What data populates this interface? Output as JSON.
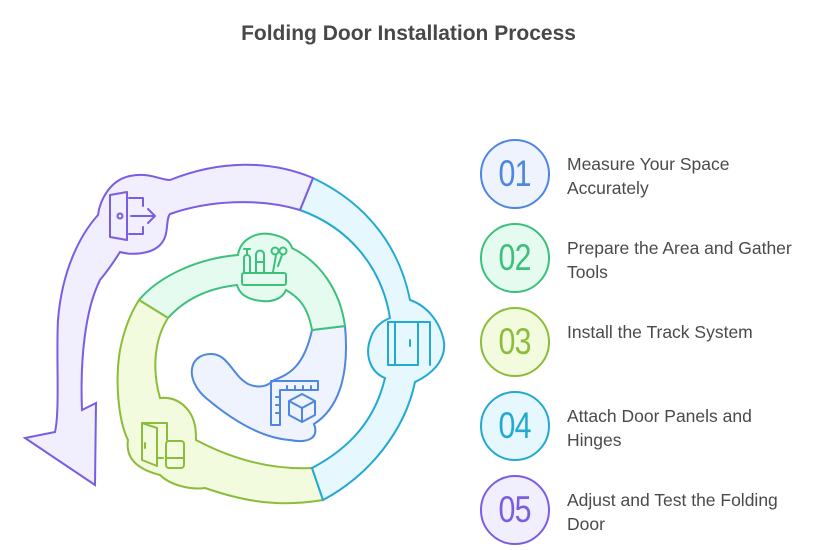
{
  "title": "Folding Door Installation Process",
  "steps": [
    {
      "number": "01",
      "label": "Measure Your Space Accurately",
      "color": "#4f86e0",
      "fill": "#eef3fd",
      "icon": "ruler-cube-icon"
    },
    {
      "number": "02",
      "label": "Prepare the Area and Gather Tools",
      "color": "#3cc07c",
      "fill": "#e6fbf0",
      "icon": "tools-holder-icon"
    },
    {
      "number": "03",
      "label": "Install the Track System",
      "color": "#8cbc3a",
      "fill": "#f3fbdf",
      "icon": "door-panels-icon"
    },
    {
      "number": "04",
      "label": "Attach Door Panels and Hinges",
      "color": "#22a9d3",
      "fill": "#e6f7fd",
      "icon": "sliding-door-icon"
    },
    {
      "number": "05",
      "label": "Adjust and Test the Folding Door",
      "color": "#7b5de4",
      "fill": "#f1eefd",
      "icon": "door-exit-icon"
    }
  ]
}
